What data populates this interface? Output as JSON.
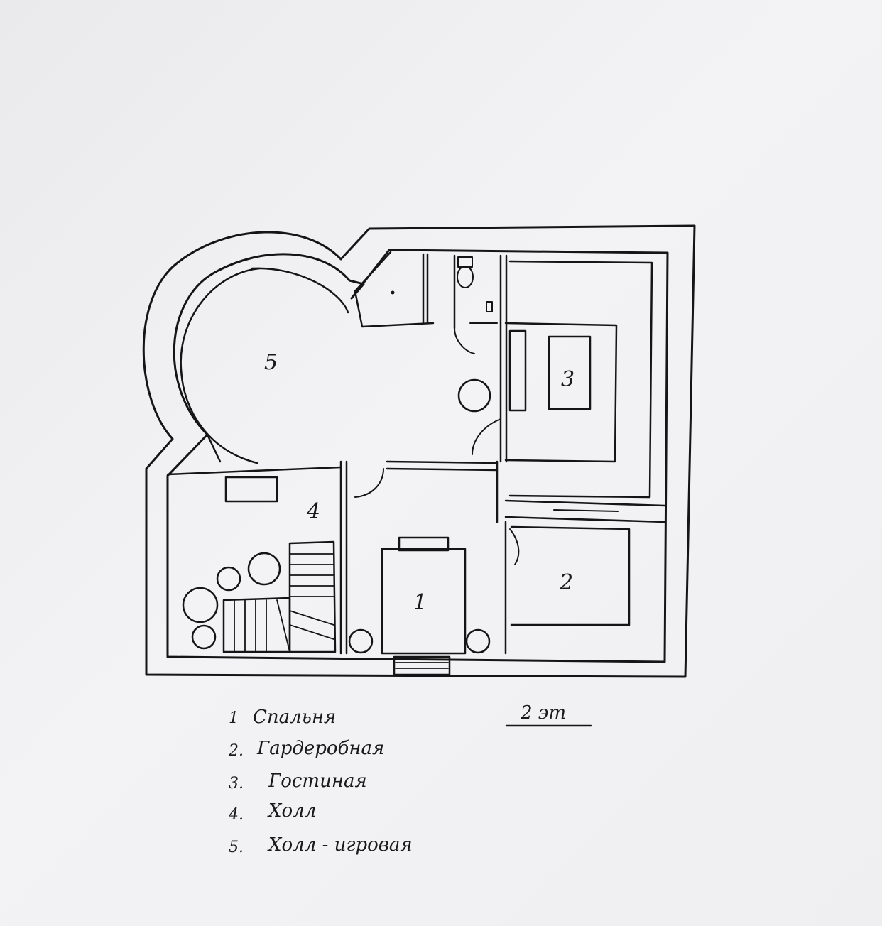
{
  "plan": {
    "floor_label": "2 эт",
    "room_numbers": [
      "1",
      "2",
      "3",
      "4",
      "5"
    ]
  },
  "legend": [
    {
      "num": "1",
      "name": "Спальня"
    },
    {
      "num": "2.",
      "name": "Гардеробная"
    },
    {
      "num": "3.",
      "name": "Гостиная"
    },
    {
      "num": "4.",
      "name": "Холл"
    },
    {
      "num": "5.",
      "name": "Холл - игровая"
    }
  ],
  "colors": {
    "ink": "#151515",
    "paper": "#efeff1"
  }
}
